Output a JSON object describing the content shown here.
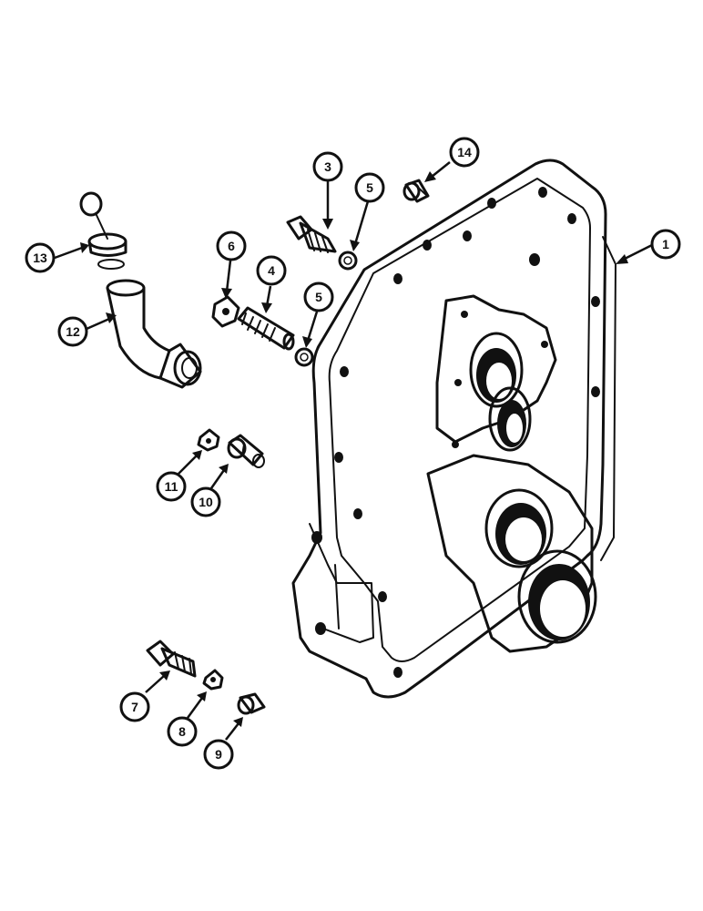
{
  "callouts": [
    {
      "id": "1",
      "text": "1"
    },
    {
      "id": "3",
      "text": "3"
    },
    {
      "id": "4",
      "text": "4"
    },
    {
      "id": "5a",
      "text": "5"
    },
    {
      "id": "5b",
      "text": "5"
    },
    {
      "id": "6",
      "text": "6"
    },
    {
      "id": "7",
      "text": "7"
    },
    {
      "id": "8",
      "text": "8"
    },
    {
      "id": "9",
      "text": "9"
    },
    {
      "id": "10",
      "text": "10"
    },
    {
      "id": "11",
      "text": "11"
    },
    {
      "id": "12",
      "text": "12"
    },
    {
      "id": "13",
      "text": "13"
    },
    {
      "id": "14",
      "text": "14"
    }
  ]
}
